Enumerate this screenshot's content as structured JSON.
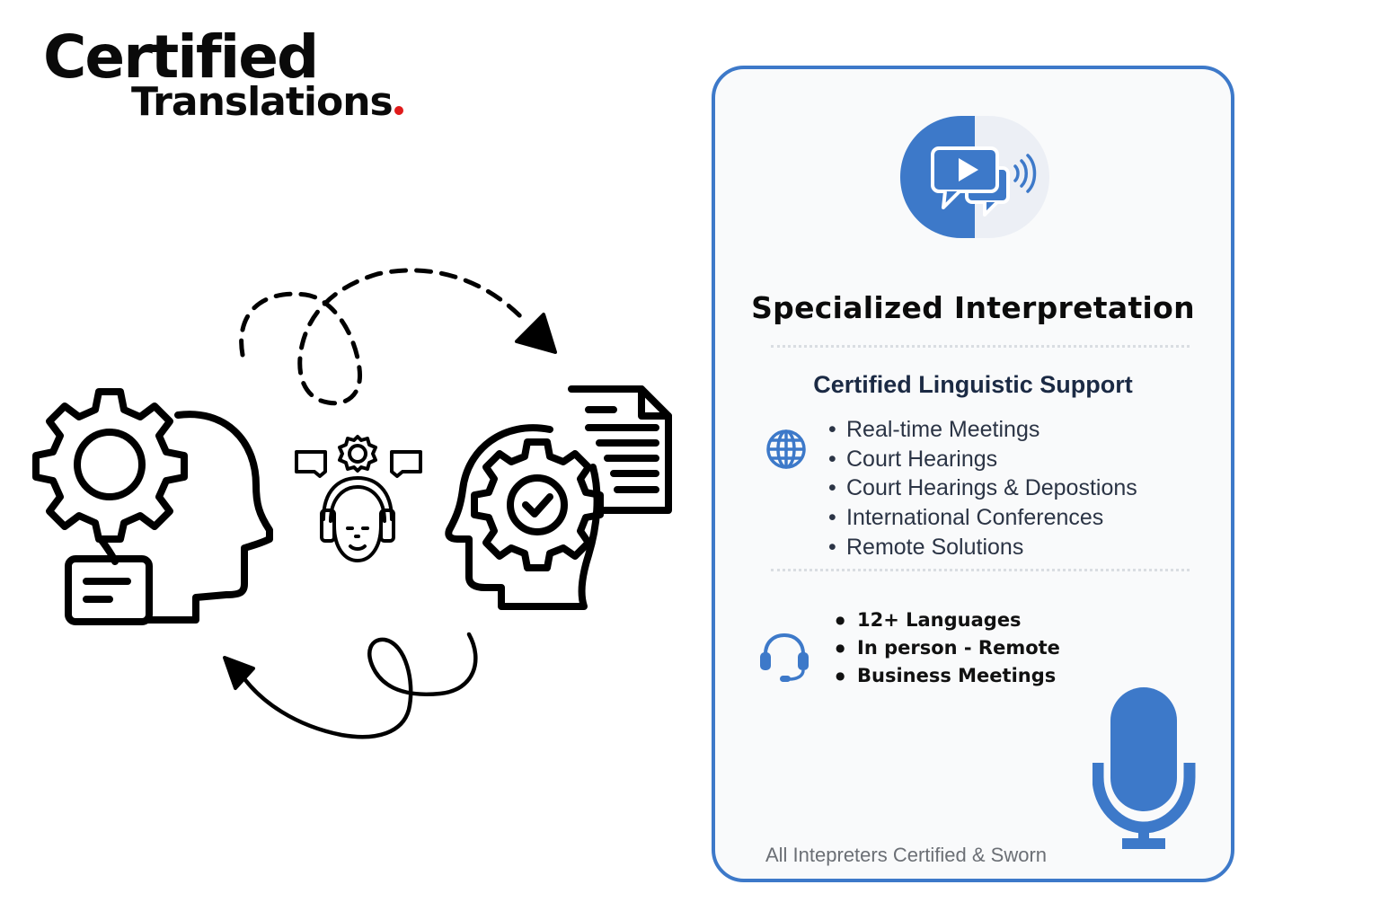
{
  "logo": {
    "line1": "Certified",
    "line2": "Translations",
    "dot_color": "#e01b1b"
  },
  "illustration": {
    "icons": [
      "head-with-gear-icon",
      "interpreter-headset-icon",
      "head-gear-checkmark-icon",
      "document-icon",
      "dashed-loop-arrow-icon",
      "curly-return-arrow-icon"
    ]
  },
  "card": {
    "border_color": "#3d79c9",
    "accent_color": "#3d79c9",
    "title": "Specialized Interpretation",
    "subtitle": "Certified Linguistic Support",
    "services": [
      "Real-time Meetings",
      "Court Hearings",
      "Court Hearings & Depostions",
      "International Conferences",
      "Remote Solutions"
    ],
    "highlights": [
      "12+ Languages",
      "In person - Remote",
      "Business Meetings"
    ],
    "footer_note": "All Intepreters Certified & Sworn"
  }
}
